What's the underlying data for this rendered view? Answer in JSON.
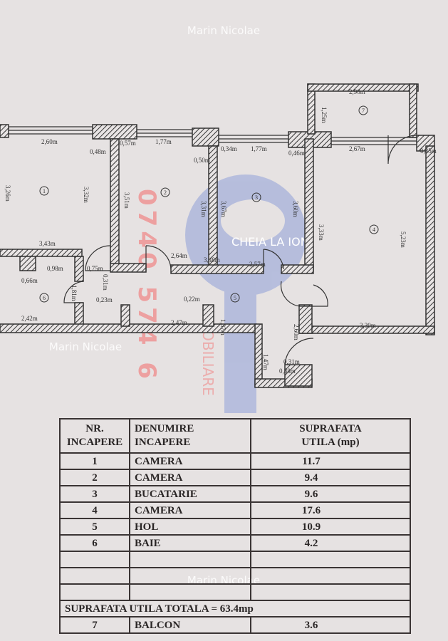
{
  "watermark": {
    "text": "Marin Nicolae",
    "phone_watermark": "0740 574 6",
    "agency_watermark": "IMOBILIARE",
    "logo_text": "CHEIA LA ION"
  },
  "plan": {
    "rooms": [
      "1",
      "2",
      "3",
      "4",
      "5",
      "6",
      "7"
    ],
    "dimensions": [
      "2,60m",
      "0,48m",
      "0,57m",
      "1,77m",
      "0,50m",
      "0,34m",
      "1,77m",
      "0,46m",
      "2,67m",
      "0,35m",
      "2,90m",
      "1,25m",
      "3,26m",
      "3,32m",
      "3,51m",
      "3,31m",
      "3,67m",
      "3,60m",
      "3,33m",
      "5,23m",
      "3,43m",
      "2,64m",
      "3,48m",
      "2,57m",
      "0,98m",
      "0,66m",
      "0,75m",
      "1,81m",
      "0,31m",
      "0,23m",
      "2,42m",
      "2,47m",
      "0,22m",
      "1,37m",
      "3,30m",
      "2,60m",
      "1,47m",
      "0,31m",
      "0,88m"
    ]
  },
  "table": {
    "headers": [
      "NR.\nINCAPERE",
      "DENUMIRE\nINCAPERE",
      "SUPRAFATA\nUTILA (mp)"
    ],
    "header_lines": [
      [
        "NR.",
        "INCAPERE"
      ],
      [
        "DENUMIRE",
        "INCAPERE"
      ],
      [
        "SUPRAFATA",
        "UTILA (mp)"
      ]
    ],
    "rows": [
      {
        "nr": "1",
        "name": "CAMERA",
        "area": "11.7"
      },
      {
        "nr": "2",
        "name": "CAMERA",
        "area": "9.4"
      },
      {
        "nr": "3",
        "name": "BUCATARIE",
        "area": "9.6"
      },
      {
        "nr": "4",
        "name": "CAMERA",
        "area": "17.6"
      },
      {
        "nr": "5",
        "name": "HOL",
        "area": "10.9"
      },
      {
        "nr": "6",
        "name": "BAIE",
        "area": "4.2"
      }
    ],
    "total": "SUPRAFATA UTILA TOTALA = 63.4mp",
    "extra_rows": [
      {
        "nr": "7",
        "name": "BALCON",
        "area": "3.6"
      }
    ]
  }
}
